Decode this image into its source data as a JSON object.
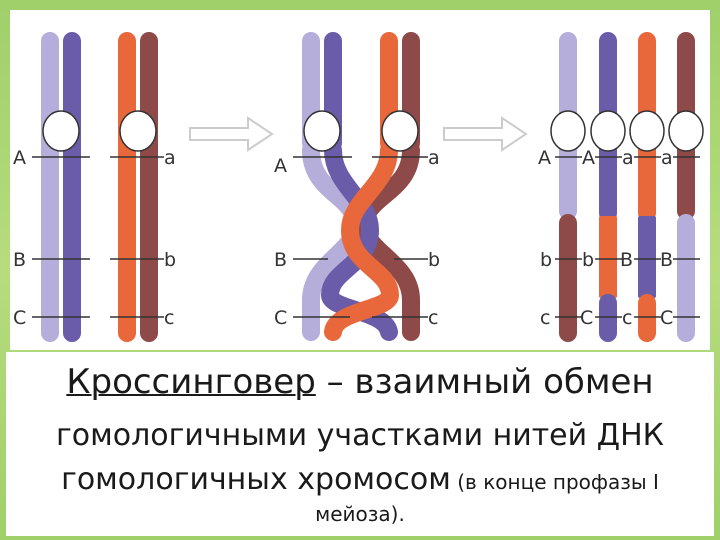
{
  "colors": {
    "light_purple": "#b5aedb",
    "dark_purple": "#6a5ca8",
    "orange": "#e8683c",
    "brown": "#8e4a48",
    "background": "#a8d66e"
  },
  "labels": {
    "stage1": {
      "left": [
        "A",
        "B",
        "C"
      ],
      "right": [
        "a",
        "b",
        "c"
      ]
    },
    "stage2": {
      "left": [
        "A",
        "B",
        "C"
      ],
      "right": [
        "a",
        "b",
        "c"
      ]
    },
    "stage3": {
      "top": [
        "A",
        "A",
        "a",
        "a"
      ],
      "middle": [
        "b",
        "b",
        "B",
        "B"
      ],
      "bottom": [
        "c",
        "C",
        "c",
        "C"
      ]
    }
  },
  "caption": {
    "term": "Кроссинговер",
    "rest1": " – взаимный обмен",
    "line2": "гомологичными участками нитей ДНК",
    "line3_main": "гомологичных хромосом",
    "line3_small": " (в конце профазы I",
    "line4": "мейоза)."
  }
}
